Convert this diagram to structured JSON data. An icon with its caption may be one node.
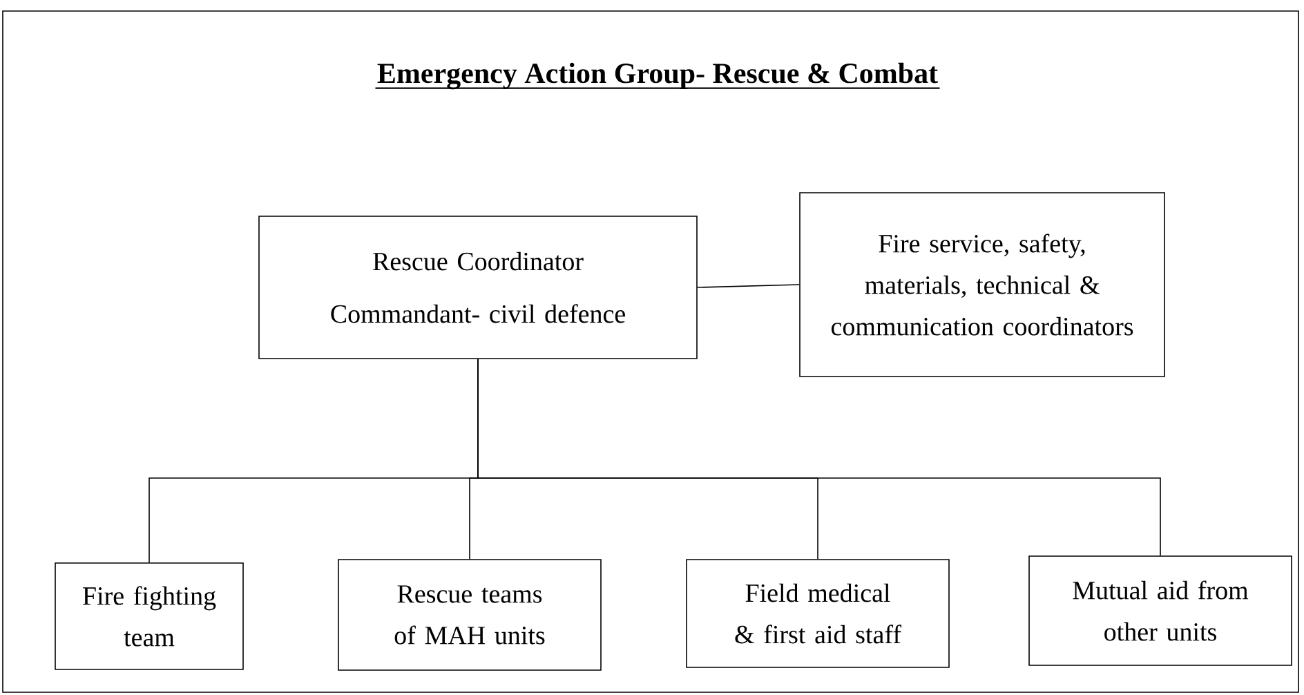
{
  "diagram": {
    "title": "Emergency Action Group- Rescue & Combat",
    "nodes": [
      {
        "text": [
          "Rescue Coordinator",
          "Commandant- civil defence"
        ]
      },
      {
        "text": [
          "Fire service, safety, materials, technical & communication coordinators"
        ]
      },
      {
        "text": [
          "Fire fighting team"
        ]
      },
      {
        "text": [
          "Rescue teams of MAH units"
        ]
      },
      {
        "text": [
          "Field medical & first aid staff"
        ]
      },
      {
        "text": [
          "Mutual aid from other units"
        ]
      }
    ],
    "edges": [
      {
        "from": 0,
        "to": 1,
        "arrow": "none"
      },
      {
        "from": 0,
        "to": 2,
        "arrow": "none"
      },
      {
        "from": 0,
        "to": 3,
        "arrow": "none"
      },
      {
        "from": 0,
        "to": 4,
        "arrow": "none"
      },
      {
        "from": 0,
        "to": 5,
        "arrow": "none"
      }
    ]
  }
}
